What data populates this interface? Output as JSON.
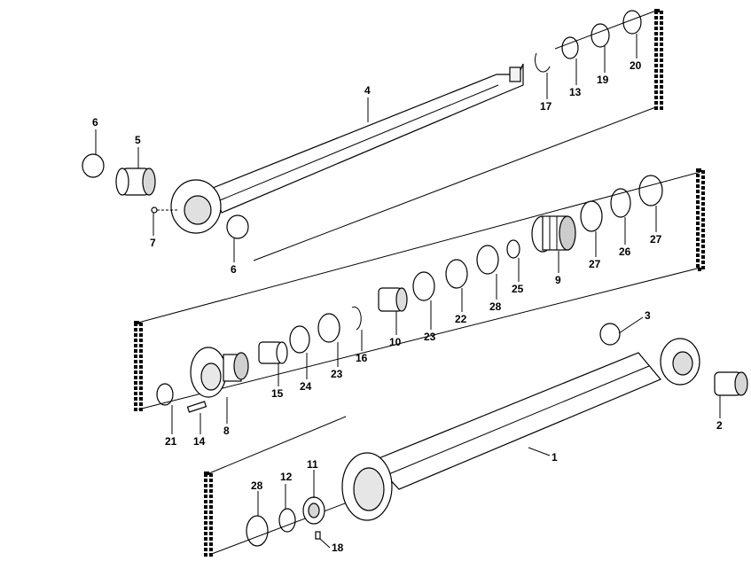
{
  "callouts": {
    "c1": "1",
    "c2": "2",
    "c3": "3",
    "c4": "4",
    "c5": "5",
    "c6a": "6",
    "c6b": "6",
    "c7": "7",
    "c8": "8",
    "c9": "9",
    "c10": "10",
    "c11": "11",
    "c12": "12",
    "c13": "13",
    "c14": "14",
    "c15": "15",
    "c16": "16",
    "c17": "17",
    "c18": "18",
    "c19": "19",
    "c20": "20",
    "c21": "21",
    "c22": "22",
    "c23a": "23",
    "c23b": "23",
    "c24": "24",
    "c25": "25",
    "c26": "26",
    "c27a": "27",
    "c27b": "27",
    "c28a": "28",
    "c28b": "28"
  }
}
